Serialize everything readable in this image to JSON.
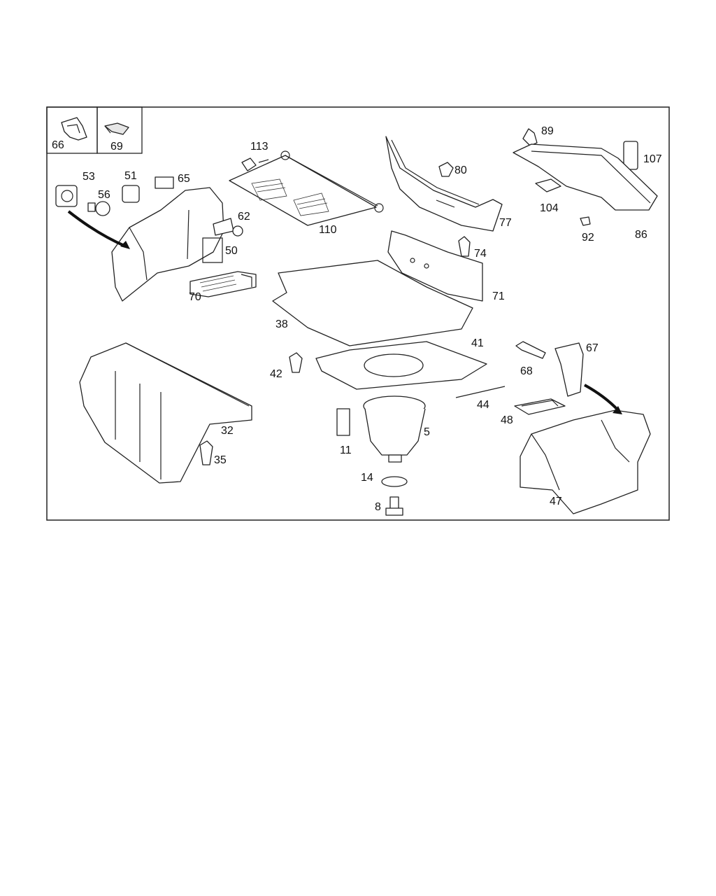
{
  "labels": {
    "p66": "66",
    "p69": "69",
    "p53": "53",
    "p51": "51",
    "p65": "65",
    "p56": "56",
    "p62": "62",
    "p50": "50",
    "p70": "70",
    "p113": "113",
    "p110": "110",
    "p80": "80",
    "p77": "77",
    "p89": "89",
    "p107": "107",
    "p104": "104",
    "p92": "92",
    "p86": "86",
    "p74": "74",
    "p71": "71",
    "p38": "38",
    "p41": "41",
    "p42": "42",
    "p67": "67",
    "p68": "68",
    "p44": "44",
    "p48": "48",
    "p32": "32",
    "p35": "35",
    "p11": "11",
    "p5": "5",
    "p14": "14",
    "p8": "8",
    "p47": "47"
  },
  "colors": {
    "line": "#222222",
    "background": "#ffffff",
    "shade": "#e6e6e6"
  }
}
